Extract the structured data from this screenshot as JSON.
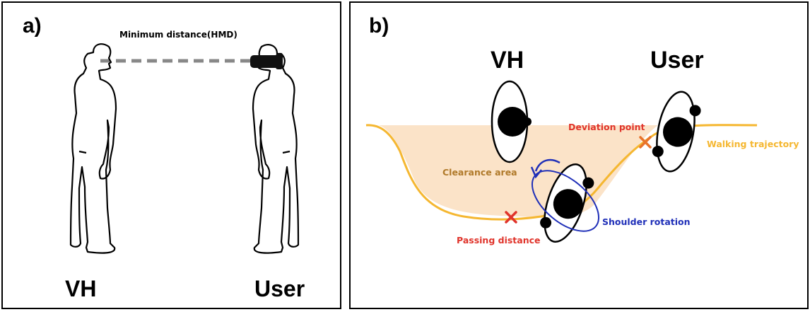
{
  "panel_a": {
    "label": "a)",
    "distance_label": "Minimum distance(HMD)",
    "left_figure_label": "VH",
    "right_figure_label": "User"
  },
  "panel_b": {
    "label": "b)",
    "vh_label": "VH",
    "user_label": "User",
    "clearance_label": "Clearance area",
    "passing_label": "Passing distance",
    "deviation_label": "Deviation point",
    "rotation_label": "Shoulder rotation",
    "trajectory_label": "Walking trajectory"
  },
  "colors": {
    "trajectory": "#f5b731",
    "clearance_fill": "#fbe3c8",
    "clearance_text": "#b07a2a",
    "marker": "#e0342b",
    "marker_alt": "#e8732a",
    "rotation": "#1f2fb8",
    "dashed_line": "#888888"
  }
}
